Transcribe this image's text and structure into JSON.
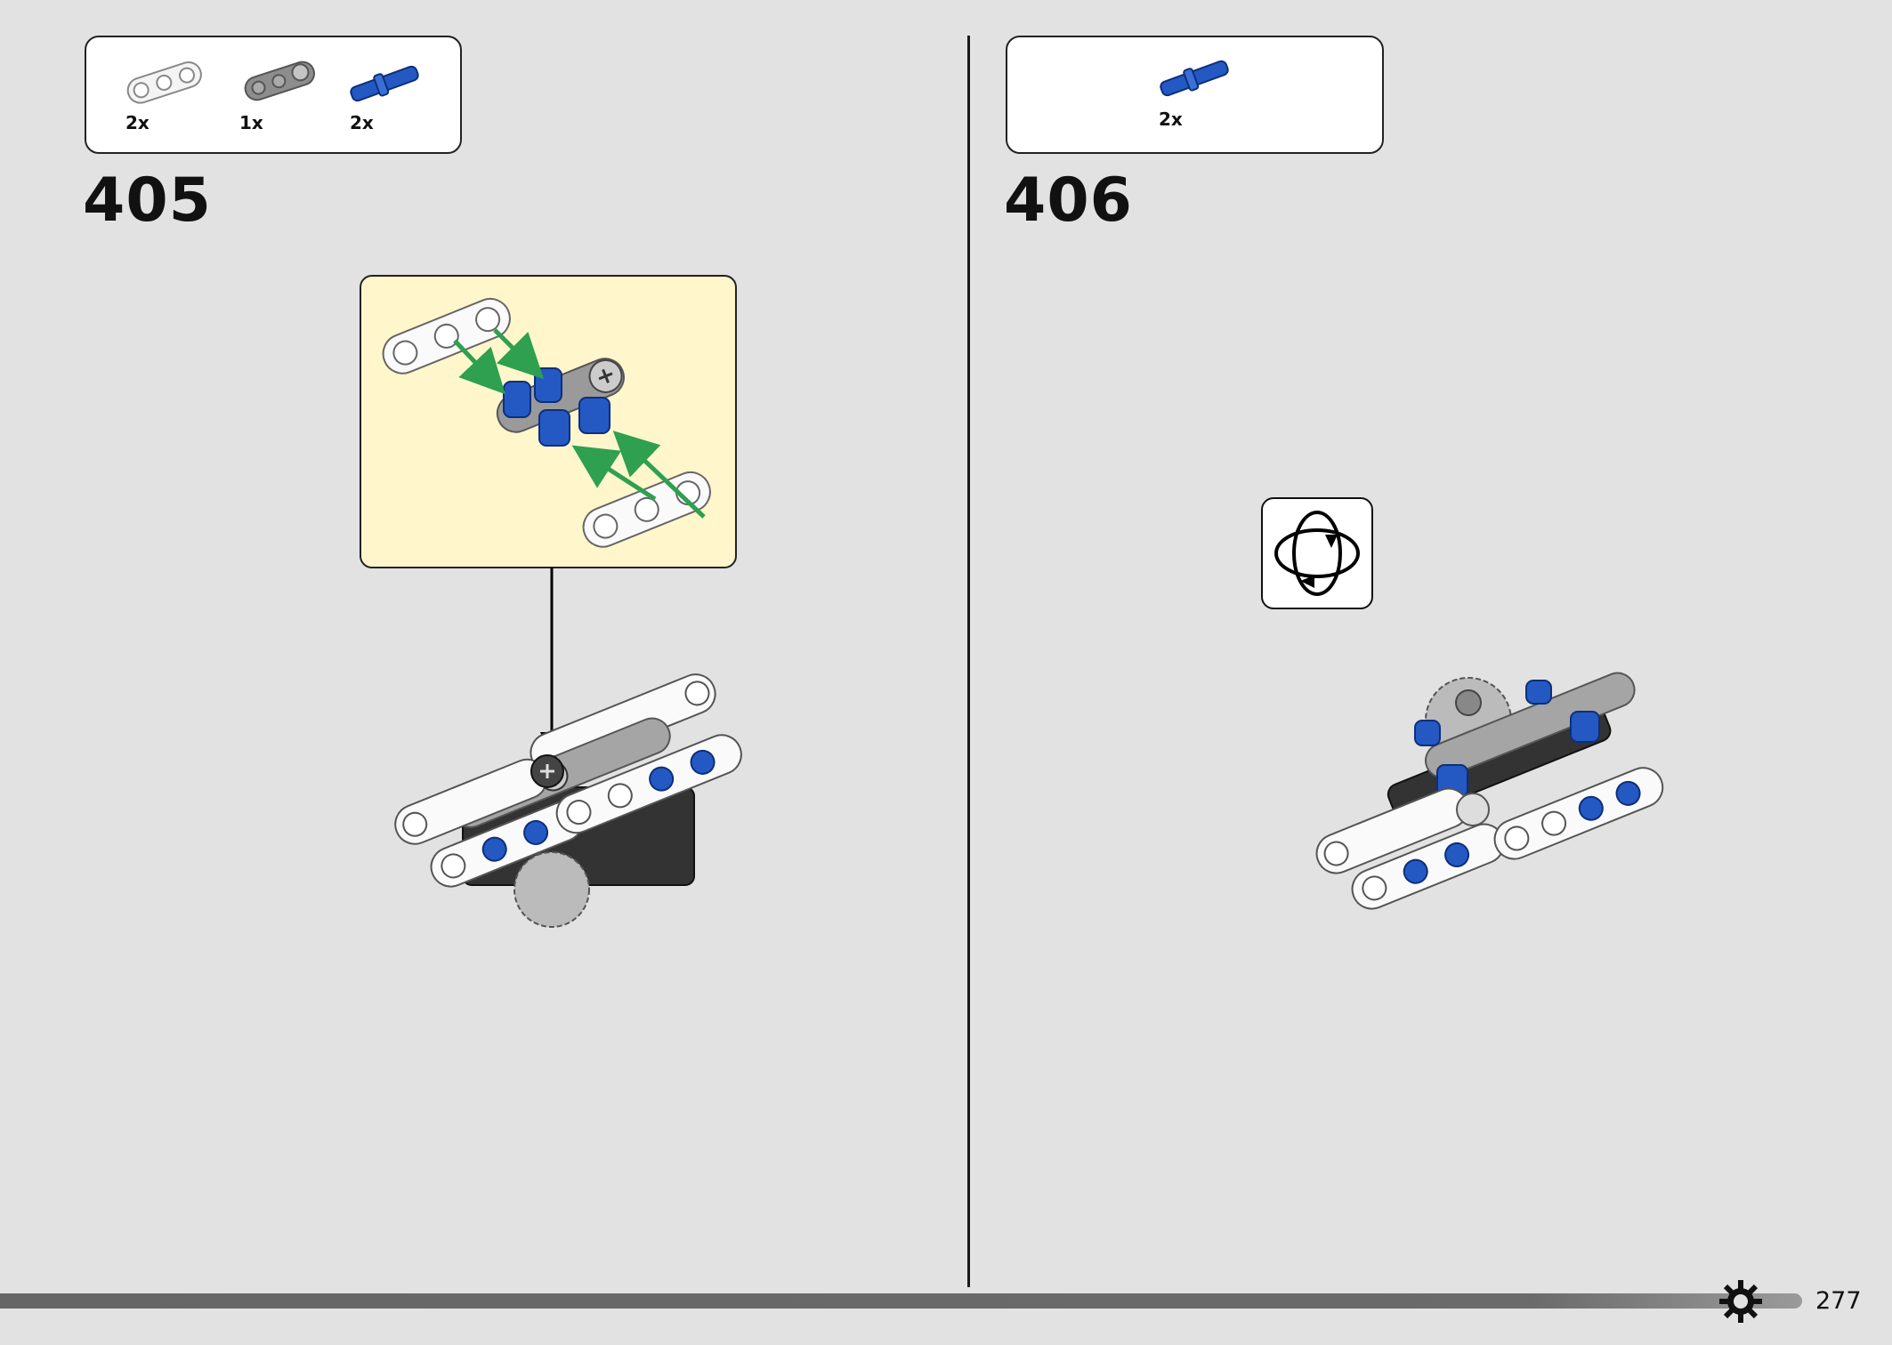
{
  "left_step": {
    "step_number": "405",
    "parts": [
      {
        "name": "white-3-liftarm",
        "qty": "2x"
      },
      {
        "name": "grey-connector-liftarm",
        "qty": "1x"
      },
      {
        "name": "blue-axle-pin",
        "qty": "2x"
      }
    ]
  },
  "right_step": {
    "step_number": "406",
    "parts": [
      {
        "name": "blue-axle-pin",
        "qty": "2x"
      }
    ]
  },
  "footer": {
    "page_number": "277"
  },
  "colors": {
    "background": "#e2e2e2",
    "callout_bg": "#fff6cc",
    "pin_blue": "#2459c4",
    "arrow_green": "#2ea04f"
  }
}
